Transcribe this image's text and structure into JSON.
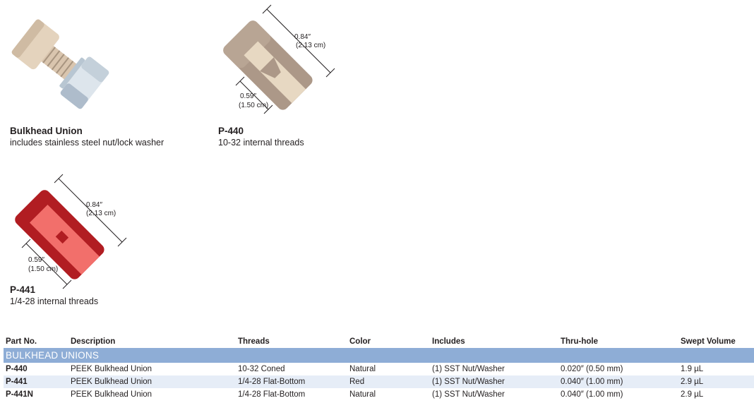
{
  "products": [
    {
      "title": "Bulkhead Union",
      "subtitle": "includes stainless steel nut/lock washer"
    },
    {
      "title": "P-440",
      "subtitle": "10-32 internal threads",
      "dim_length": "0.84″",
      "dim_length_cm": "(2.13 cm)",
      "dim_width": "0.59″",
      "dim_width_cm": "(1.50 cm)"
    },
    {
      "title": "P-441",
      "subtitle": "1/4-28 internal threads",
      "dim_length": "0.84″",
      "dim_length_cm": "(2.13 cm)",
      "dim_width": "0.59″",
      "dim_width_cm": "(1.50 cm)"
    }
  ],
  "table": {
    "headers": [
      "Part No.",
      "Description",
      "Threads",
      "Color",
      "Includes",
      "Thru-hole",
      "Swept Volume"
    ],
    "section": "BULKHEAD UNIONS",
    "rows": [
      [
        "P-440",
        "PEEK Bulkhead Union",
        "10-32 Coned",
        "Natural",
        "(1) SST Nut/Washer",
        "0.020″ (0.50 mm)",
        "1.9 µL"
      ],
      [
        "P-441",
        "PEEK Bulkhead Union",
        "1/4-28 Flat-Bottom",
        "Red",
        "(1) SST Nut/Washer",
        "0.040″ (1.00 mm)",
        "2.9 µL"
      ],
      [
        "P-441N",
        "PEEK Bulkhead Union",
        "1/4-28 Flat-Bottom",
        "Natural",
        "(1) SST Nut/Washer",
        "0.040″ (1.00 mm)",
        "2.9 µL"
      ]
    ]
  },
  "colors": {
    "section_bar": "#8eadd6",
    "alt_row": "#e6edf7",
    "natural_dark": "#ac9888",
    "natural_light": "#e7d8c2",
    "red_dark": "#b11d22",
    "red_light": "#f26f6b",
    "steel": "#cfd9e1"
  }
}
